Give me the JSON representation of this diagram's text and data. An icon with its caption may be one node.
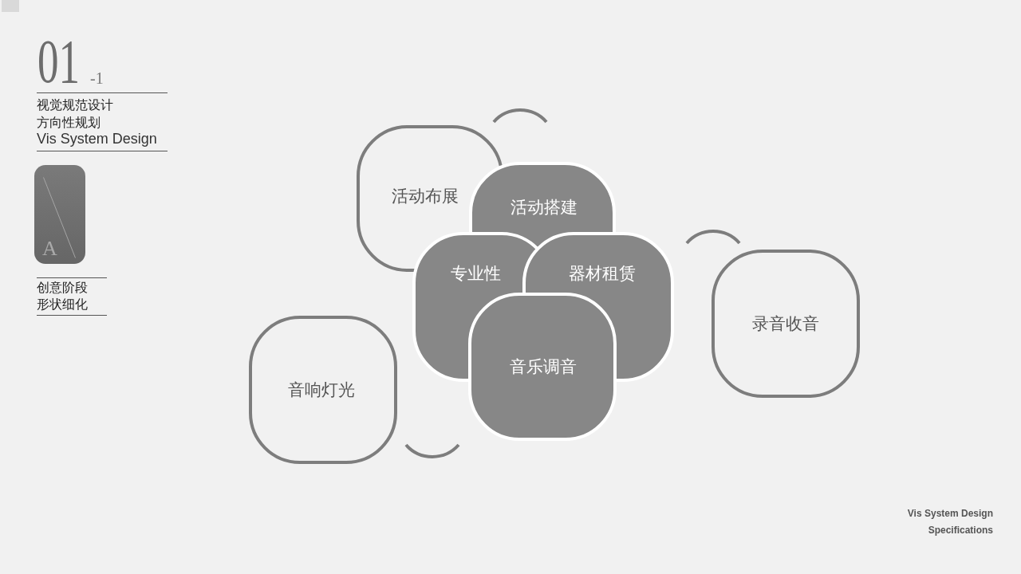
{
  "diagram": {
    "nodes": [
      {
        "text": [
          "活动布展"
        ]
      },
      {
        "text": [
          "活动搭建"
        ]
      },
      {
        "text": [
          "专业性"
        ]
      },
      {
        "text": [
          "器材租赁"
        ]
      },
      {
        "text": [
          "音乐调音"
        ]
      },
      {
        "text": [
          "录音收音"
        ]
      },
      {
        "text": [
          "音响灯光"
        ]
      }
    ],
    "labels": [
      "01",
      "-1",
      "视觉规范设计",
      "方向性规划",
      "Vis System Design",
      "A",
      "创意阶段",
      "形状细化",
      "Vis System Design",
      "Specifications"
    ]
  }
}
